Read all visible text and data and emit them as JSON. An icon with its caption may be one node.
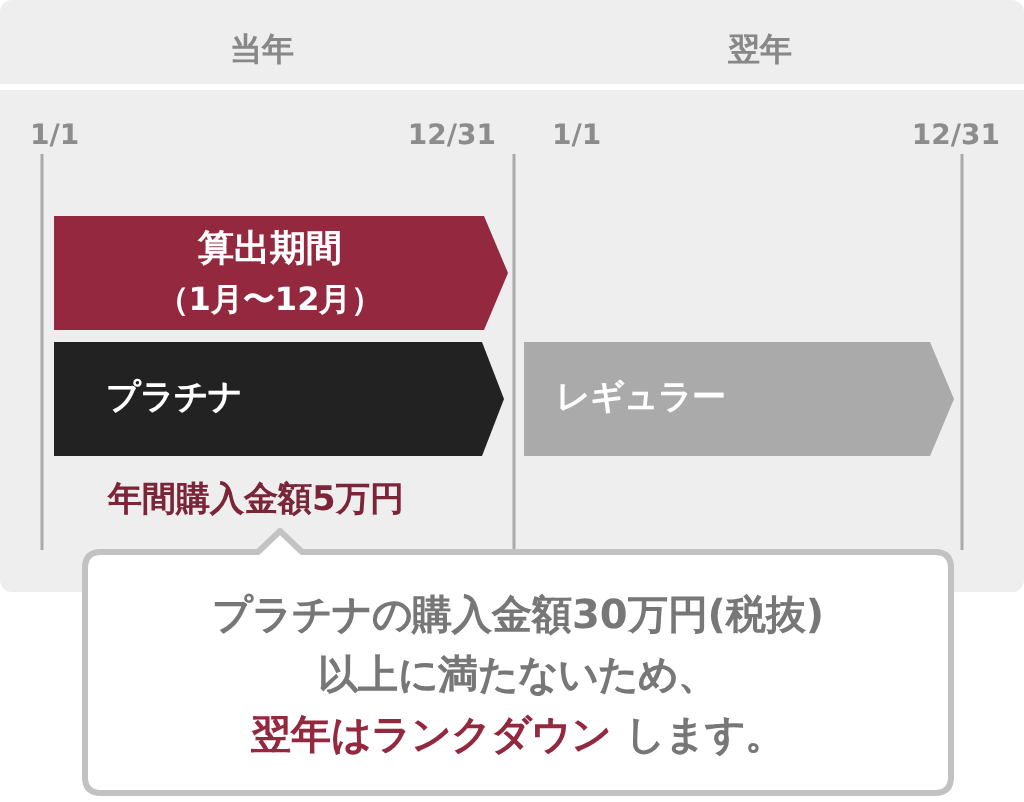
{
  "diagram": {
    "nodes": [
      {
        "text": [
          "算出期間",
          "（1月〜12月）"
        ]
      },
      {
        "text": [
          "プラチナ"
        ],
        "beside": [
          "年間購入金額5万円"
        ]
      },
      {
        "text": [
          "レギュラー"
        ]
      },
      {
        "text": [
          "プラチナの購入金額30万円(税抜)以上に満たないため、**翌年はランクダウン** します。"
        ]
      }
    ],
    "labels": [
      "当年",
      "翌年",
      "1/1",
      "12/31",
      "1/1",
      "12/31"
    ]
  }
}
